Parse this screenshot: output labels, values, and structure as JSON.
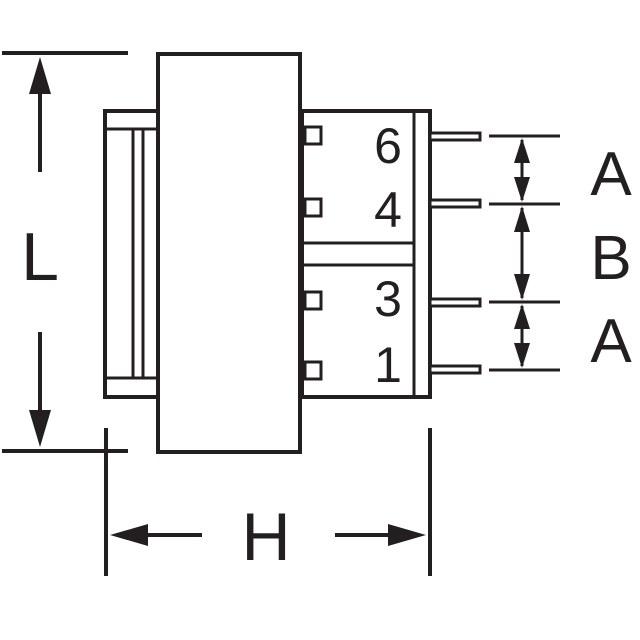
{
  "dimensions": {
    "length_label": "L",
    "height_label": "H",
    "pitch_top_label": "A",
    "pitch_middle_label": "B",
    "pitch_bottom_label": "A"
  },
  "pins": {
    "pin_6": "6",
    "pin_4": "4",
    "pin_3": "3",
    "pin_1": "1"
  },
  "colors": {
    "ink": "#231f20",
    "background": "#ffffff"
  }
}
